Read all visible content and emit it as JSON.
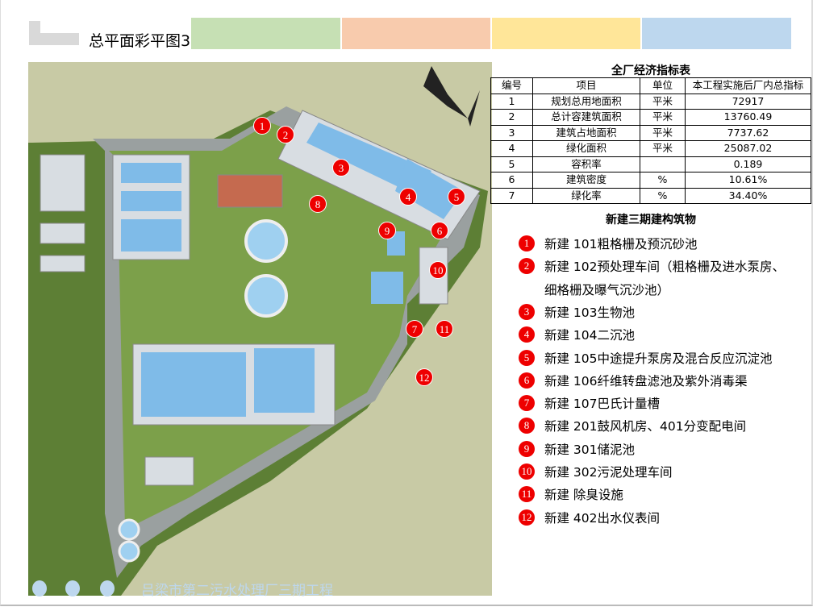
{
  "header": {
    "title": "总平面彩平图3",
    "bar_colors": [
      "#c6e0b4",
      "#f8cbad",
      "#ffe699",
      "#bdd7ee"
    ]
  },
  "map": {
    "watermark": "吕梁市第二污水处理厂三期工程",
    "markers": [
      "1",
      "2",
      "3",
      "4",
      "5",
      "6",
      "7",
      "8",
      "9",
      "10",
      "11",
      "12"
    ]
  },
  "indicators": {
    "title": "全厂经济指标表",
    "headers": [
      "编号",
      "项目",
      "单位",
      "本工程实施后厂内总指标"
    ],
    "rows": [
      [
        "1",
        "规划总用地面积",
        "平米",
        "72917"
      ],
      [
        "2",
        "总计容建筑面积",
        "平米",
        "13760.49"
      ],
      [
        "3",
        "建筑占地面积",
        "平米",
        "7737.62"
      ],
      [
        "4",
        "绿化面积",
        "平米",
        "25087.02"
      ],
      [
        "5",
        "容积率",
        "",
        "0.189"
      ],
      [
        "6",
        "建筑密度",
        "%",
        "10.61%"
      ],
      [
        "7",
        "绿化率",
        "%",
        "34.40%"
      ]
    ]
  },
  "legend": {
    "title": "新建三期建构筑物",
    "items": [
      {
        "n": "1",
        "text": "新建 101粗格栅及预沉砂池"
      },
      {
        "n": "2",
        "text": "新建 102预处理车间（粗格栅及进水泵房、",
        "text2": "细格栅及曝气沉沙池）"
      },
      {
        "n": "3",
        "text": "新建 103生物池"
      },
      {
        "n": "4",
        "text": "新建 104二沉池"
      },
      {
        "n": "5",
        "text": "新建 105中途提升泵房及混合反应沉淀池"
      },
      {
        "n": "6",
        "text": "新建 106纤维转盘滤池及紫外消毒渠"
      },
      {
        "n": "7",
        "text": "新建 107巴氏计量槽"
      },
      {
        "n": "8",
        "text": "新建 201鼓风机房、401分变配电间"
      },
      {
        "n": "9",
        "text": "新建 301储泥池"
      },
      {
        "n": "10",
        "text": "新建 302污泥处理车间"
      },
      {
        "n": "11",
        "text": "新建 除臭设施"
      },
      {
        "n": "12",
        "text": "新建 402出水仪表间"
      }
    ]
  }
}
